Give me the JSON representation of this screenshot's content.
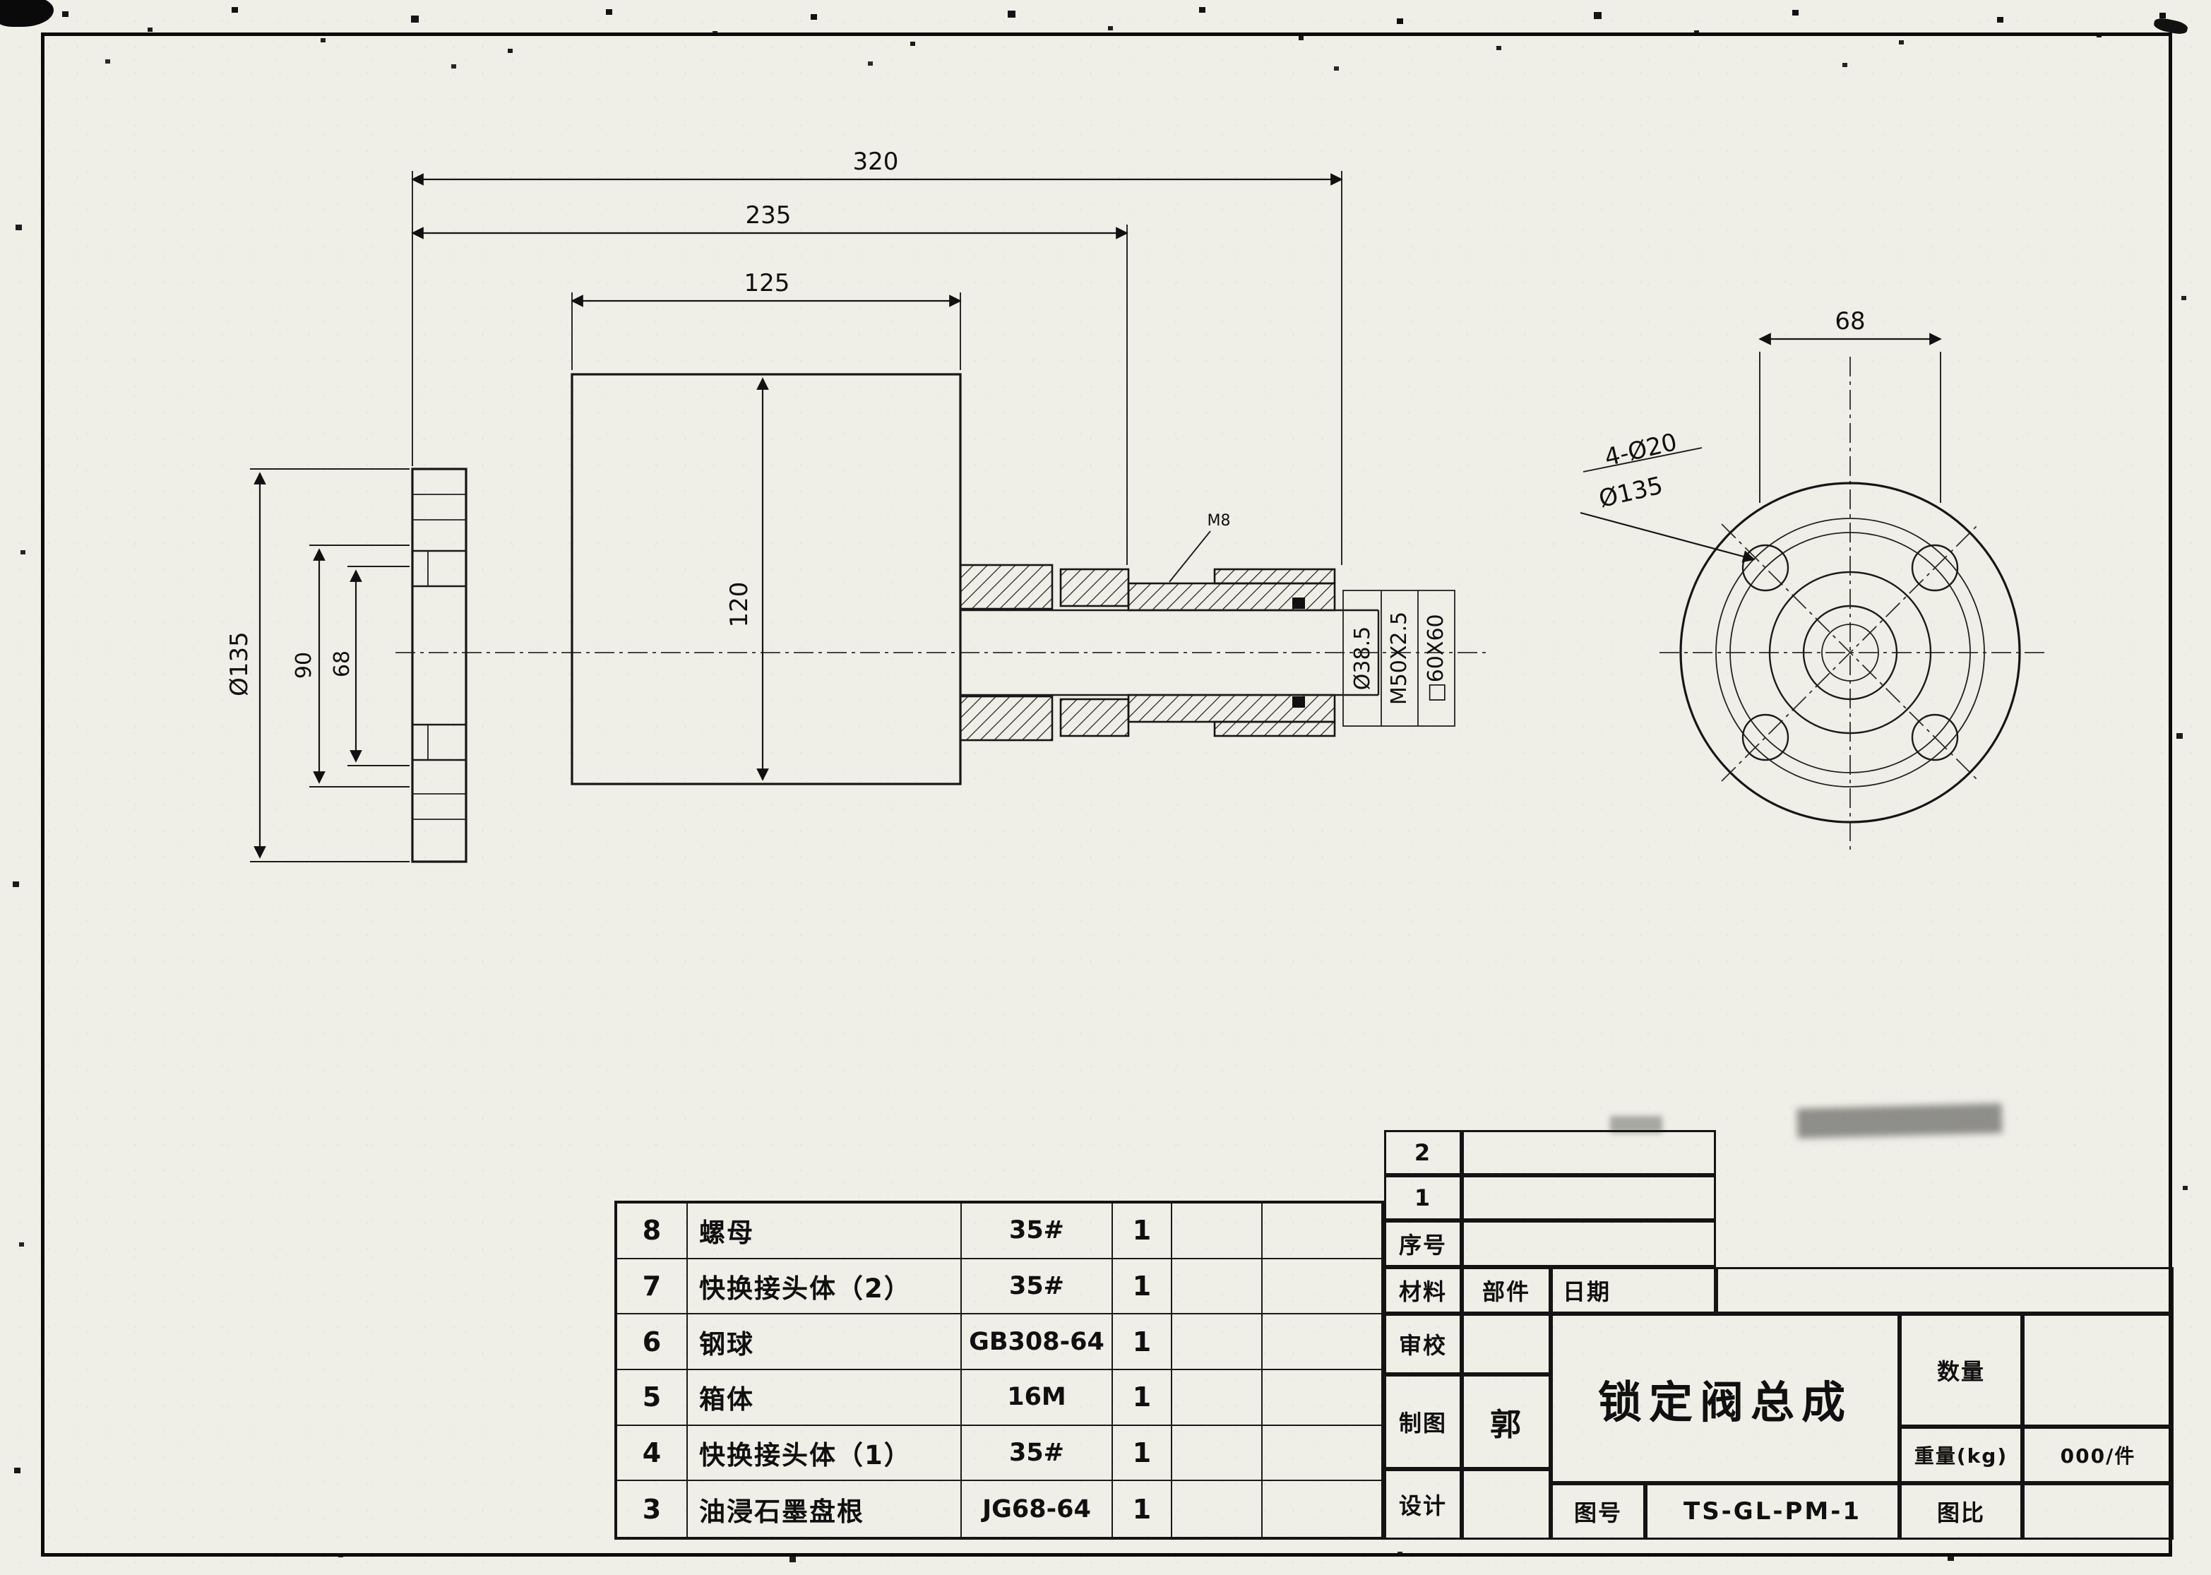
{
  "sheet": {
    "title": "锁定阀总成",
    "drawing_number": "TS-GL-PM-1"
  },
  "dimensions": {
    "overall_length": "320",
    "mid_length": "235",
    "body_width": "125",
    "body_height": "120",
    "flange_diameter": "Ø135",
    "flange_dim_90": "90",
    "flange_dim_68": "68",
    "bore_diameter": "Ø38.5",
    "thread_spec": "M50X2.5",
    "square_section": "□60X60",
    "screw_label": "M8",
    "front_width": "68",
    "bolt_holes": "4-Ø20",
    "bolt_circle_diameter": "Ø135"
  },
  "parts_table": {
    "rows": [
      {
        "no": "8",
        "name": "螺母",
        "spec": "35#",
        "qty": "1"
      },
      {
        "no": "7",
        "name": "快换接头体（2）",
        "spec": "35#",
        "qty": "1"
      },
      {
        "no": "6",
        "name": "钢球",
        "spec": "GB308-64",
        "qty": "1"
      },
      {
        "no": "5",
        "name": "箱体",
        "spec": "16M",
        "qty": "1"
      },
      {
        "no": "4",
        "name": "快换接头体（1）",
        "spec": "35#",
        "qty": "1"
      },
      {
        "no": "3",
        "name": "油浸石墨盘根",
        "spec": "JG68-64",
        "qty": "1"
      }
    ]
  },
  "title_block": {
    "index_2": "2",
    "index_1": "1",
    "serial_label": "序号",
    "material_label": "材料",
    "component_label": "部件",
    "date_label": "日期",
    "review_label": "审校",
    "drafter_label": "制图",
    "drafter_name": "郭",
    "designer_label": "设计",
    "assembly_title": "锁定阀总成",
    "quantity_label": "数量",
    "weight_label": "重量(kg)",
    "weight_value": "000/件",
    "drawing_no_label": "图号",
    "drawing_no_value": "TS-GL-PM-1",
    "scale_label": "图比"
  }
}
